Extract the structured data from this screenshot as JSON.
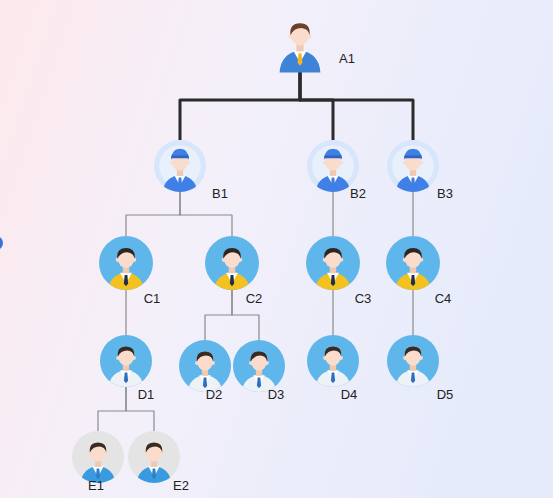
{
  "diagram": {
    "nodes": [
      {
        "text": [
          "A1"
        ]
      },
      {
        "text": [
          "B1"
        ]
      },
      {
        "text": [
          "B2"
        ]
      },
      {
        "text": [
          "B3"
        ]
      },
      {
        "text": [
          "C1"
        ]
      },
      {
        "text": [
          "C2"
        ]
      },
      {
        "text": [
          "C3"
        ]
      },
      {
        "text": [
          "C4"
        ]
      },
      {
        "text": [
          "D1"
        ]
      },
      {
        "text": [
          "D2"
        ]
      },
      {
        "text": [
          "D3"
        ]
      },
      {
        "text": [
          "D4"
        ]
      },
      {
        "text": [
          "D5"
        ]
      },
      {
        "text": [
          "E1"
        ]
      },
      {
        "text": [
          "E2"
        ]
      }
    ],
    "edges": [
      {
        "from": 0,
        "to": 1,
        "arrow": "none"
      },
      {
        "from": 0,
        "to": 2,
        "arrow": "none"
      },
      {
        "from": 0,
        "to": 3,
        "arrow": "none"
      },
      {
        "from": 1,
        "to": 4,
        "arrow": "none"
      },
      {
        "from": 1,
        "to": 5,
        "arrow": "none"
      },
      {
        "from": 2,
        "to": 6,
        "arrow": "none"
      },
      {
        "from": 3,
        "to": 7,
        "arrow": "none"
      },
      {
        "from": 4,
        "to": 8,
        "arrow": "none"
      },
      {
        "from": 5,
        "to": 9,
        "arrow": "none"
      },
      {
        "from": 5,
        "to": 10,
        "arrow": "none"
      },
      {
        "from": 6,
        "to": 11,
        "arrow": "none"
      },
      {
        "from": 7,
        "to": 12,
        "arrow": "none"
      },
      {
        "from": 8,
        "to": 13,
        "arrow": "none"
      },
      {
        "from": 8,
        "to": 14,
        "arrow": "none"
      }
    ]
  }
}
